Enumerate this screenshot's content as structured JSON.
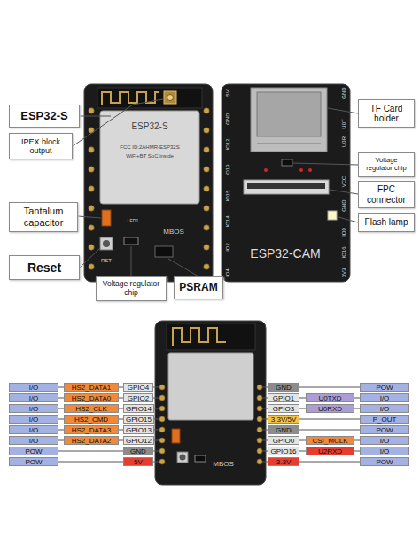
{
  "diagram": {
    "nodes": [
      {
        "text": [
          "ESP32-S"
        ]
      },
      {
        "text": [
          "IPEX block output"
        ]
      },
      {
        "text": [
          "Tantalum capacitor"
        ]
      },
      {
        "text": [
          "Reset"
        ]
      },
      {
        "text": [
          "Voltage regulator chip"
        ]
      },
      {
        "text": [
          "PSRAM"
        ]
      },
      {
        "text": [
          "TF Card holder"
        ]
      },
      {
        "text": [
          "Voltage regulator chip"
        ]
      },
      {
        "text": [
          "FPC connector"
        ]
      },
      {
        "text": [
          "Flash lamp"
        ]
      },
      {
        "text": [
          "I/O"
        ]
      },
      {
        "text": [
          "HS2_DATA1"
        ]
      },
      {
        "text": [
          "GPIO4"
        ]
      },
      {
        "text": [
          "GND"
        ]
      },
      {
        "text": [
          "POW"
        ]
      },
      {
        "text": [
          "I/O"
        ]
      },
      {
        "text": [
          "HS2_DATA0"
        ]
      },
      {
        "text": [
          "GPIO2"
        ]
      },
      {
        "text": [
          "GPIO1"
        ]
      },
      {
        "text": [
          "U0TXD"
        ]
      },
      {
        "text": [
          "I/O"
        ]
      },
      {
        "text": [
          "I/O"
        ]
      },
      {
        "text": [
          "HS2_CLK"
        ]
      },
      {
        "text": [
          "GPIO14"
        ]
      },
      {
        "text": [
          "GPIO3"
        ]
      },
      {
        "text": [
          "U0RXD"
        ]
      },
      {
        "text": [
          "I/O"
        ]
      },
      {
        "text": [
          "I/O"
        ]
      },
      {
        "text": [
          "HS2_CMD"
        ]
      },
      {
        "text": [
          "GPIO15"
        ]
      },
      {
        "text": [
          "3.3V/5V"
        ]
      },
      {
        "text": [
          "P_OUT"
        ]
      },
      {
        "text": [
          "I/O"
        ]
      },
      {
        "text": [
          "HS2_DATA3"
        ]
      },
      {
        "text": [
          "GPIO13"
        ]
      },
      {
        "text": [
          "GND"
        ]
      },
      {
        "text": [
          "POW"
        ]
      },
      {
        "text": [
          "I/O"
        ]
      },
      {
        "text": [
          "HS2_DATA2"
        ]
      },
      {
        "text": [
          "GPIO12"
        ]
      },
      {
        "text": [
          "GPIO0"
        ]
      },
      {
        "text": [
          "CSI_MCLK"
        ]
      },
      {
        "text": [
          "I/O"
        ]
      },
      {
        "text": [
          "POW"
        ]
      },
      {
        "text": [
          "GND"
        ]
      },
      {
        "text": [
          "GPIO16"
        ]
      },
      {
        "text": [
          "U2RXD"
        ]
      },
      {
        "text": [
          "I/O"
        ]
      },
      {
        "text": [
          "POW"
        ]
      },
      {
        "text": [
          "5V"
        ]
      },
      {
        "text": [
          "3.3V"
        ]
      },
      {
        "text": [
          "POW"
        ]
      }
    ],
    "edges": [
      {
        "from": 10,
        "to": 11,
        "arrow": "none"
      },
      {
        "from": 11,
        "to": 12,
        "arrow": "none"
      },
      {
        "from": 13,
        "to": 14,
        "arrow": "none"
      },
      {
        "from": 15,
        "to": 16,
        "arrow": "none"
      },
      {
        "from": 16,
        "to": 17,
        "arrow": "none"
      },
      {
        "from": 18,
        "to": 19,
        "arrow": "none"
      },
      {
        "from": 19,
        "to": 20,
        "arrow": "none"
      },
      {
        "from": 21,
        "to": 22,
        "arrow": "none"
      },
      {
        "from": 22,
        "to": 23,
        "arrow": "none"
      },
      {
        "from": 24,
        "to": 25,
        "arrow": "none"
      },
      {
        "from": 25,
        "to": 26,
        "arrow": "none"
      },
      {
        "from": 27,
        "to": 28,
        "arrow": "none"
      },
      {
        "from": 28,
        "to": 29,
        "arrow": "none"
      },
      {
        "from": 30,
        "to": 31,
        "arrow": "none"
      },
      {
        "from": 32,
        "to": 33,
        "arrow": "none"
      },
      {
        "from": 33,
        "to": 34,
        "arrow": "none"
      },
      {
        "from": 35,
        "to": 36,
        "arrow": "none"
      },
      {
        "from": 37,
        "to": 38,
        "arrow": "none"
      },
      {
        "from": 38,
        "to": 39,
        "arrow": "none"
      },
      {
        "from": 40,
        "to": 41,
        "arrow": "none"
      },
      {
        "from": 41,
        "to": 42,
        "arrow": "none"
      },
      {
        "from": 43,
        "to": 44,
        "arrow": "none"
      },
      {
        "from": 45,
        "to": 46,
        "arrow": "none"
      },
      {
        "from": 46,
        "to": 47,
        "arrow": "none"
      },
      {
        "from": 48,
        "to": 49,
        "arrow": "none"
      },
      {
        "from": 50,
        "to": 51,
        "arrow": "none"
      }
    ],
    "labels": [
      "ESP32-S",
      "FCC ID:2AHMR-ESP32S",
      "WiFi+BT SoC inside",
      "LED1",
      "RST",
      "MBOS",
      "5V",
      "GND",
      "IO12",
      "IO13",
      "IO15",
      "IO14",
      "IO2",
      "IO4",
      "GND",
      "U0T",
      "U0R",
      "VCC",
      "GND",
      "IO0",
      "IO16",
      "3V3",
      "ESP32-CAM",
      "MBOS"
    ]
  }
}
